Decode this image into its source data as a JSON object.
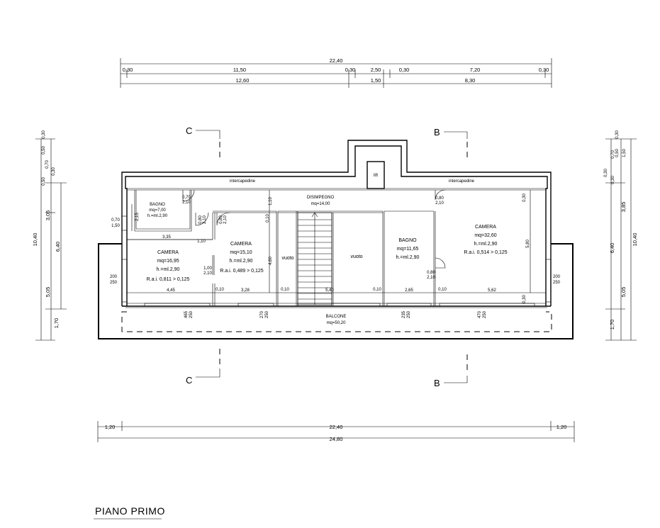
{
  "title": "PIANO PRIMO",
  "sections": {
    "c": "C",
    "b": "B"
  },
  "dims_top": {
    "total": "22,40",
    "row1": [
      "0,30",
      "11,50",
      "0,30",
      "2,50",
      "0,30",
      "7,20",
      "0,30"
    ],
    "row2": [
      "12,60",
      "1,50",
      "8,30"
    ]
  },
  "dims_bottom": {
    "left": "1,20",
    "mid": "22,40",
    "right": "1,20",
    "total": "24,80"
  },
  "dims_left": {
    "outer": "10,40",
    "col1": [
      "0,30",
      "0,50",
      "0,70",
      "0,30",
      "0,50",
      "3,05",
      "5,05",
      "1,70"
    ],
    "col2": "6,40"
  },
  "dims_right": {
    "outer": "10,40",
    "col1": [
      "0,30",
      "1,50",
      "0,70",
      "0,50",
      "0,30",
      "0,30",
      "3,85",
      "5,05",
      "1,70"
    ],
    "col2": "6,40"
  },
  "rooms": {
    "intercapedine": "intercapedine",
    "lift": "lift",
    "disimpegno": {
      "name": "DISIMPEGNO",
      "area": "mq=14,00"
    },
    "bagno1": {
      "name": "BAGNO",
      "area": "mq=7,00",
      "height": "h.=ml.2,90"
    },
    "camera1": {
      "name": "CAMERA",
      "area": "mq=16,95",
      "height": "h.=ml.2,90",
      "rai": "R.a.i. 0,811 > 0,125"
    },
    "camera2": {
      "name": "CAMERA",
      "area": "mq=15,10",
      "height": "h.=ml.2,90",
      "rai": "R.a.i. 0,489 > 0,125"
    },
    "vuoto1": "vuoto",
    "vuoto2": "vuoto",
    "bagno2": {
      "name": "BAGNO",
      "area": "mq=11,65",
      "height": "h.=ml.2,90"
    },
    "camera3": {
      "name": "CAMERA",
      "area": "mq=32,60",
      "height": "h.=ml.2,90",
      "rai": "R.a.i. 0,514 > 0,125"
    },
    "balcone": {
      "name": "BALCONE",
      "area": "mq=50,20"
    }
  },
  "inner_dims": {
    "d215": "2,15",
    "d335": "3,35",
    "d110a": "1,10",
    "d445": "4,45",
    "d010a": "0,10",
    "d328": "3,28",
    "d010b": "0,10",
    "d540": "5,40",
    "d010c": "0,10",
    "d265": "2,65",
    "d010d": "0,10",
    "d562": "5,62",
    "d580": "5,80",
    "d030a": "0,30",
    "d030b": "0,30",
    "d110b": "1,10",
    "d010e": "0,10",
    "d460": "4,60",
    "d070": "0,70",
    "d150": "1,50"
  },
  "openings": {
    "o070": "0,70",
    "o210a": "2,10",
    "o080a": "0,80",
    "o210b": "2,10",
    "o080b": "0,80",
    "o210c": "2,10",
    "o080c": "0,80",
    "o210d": "2,10",
    "o080d": "0,80",
    "o210e": "2,10",
    "o100": "1,00",
    "o210f": "2,10",
    "w200a": "200",
    "w250a": "250",
    "w200b": "200",
    "w250b": "250",
    "w465": "465",
    "w250c": "250",
    "w270": "270",
    "w250d": "250",
    "w235": "235",
    "w250e": "250",
    "w470": "470",
    "w250f": "250"
  }
}
